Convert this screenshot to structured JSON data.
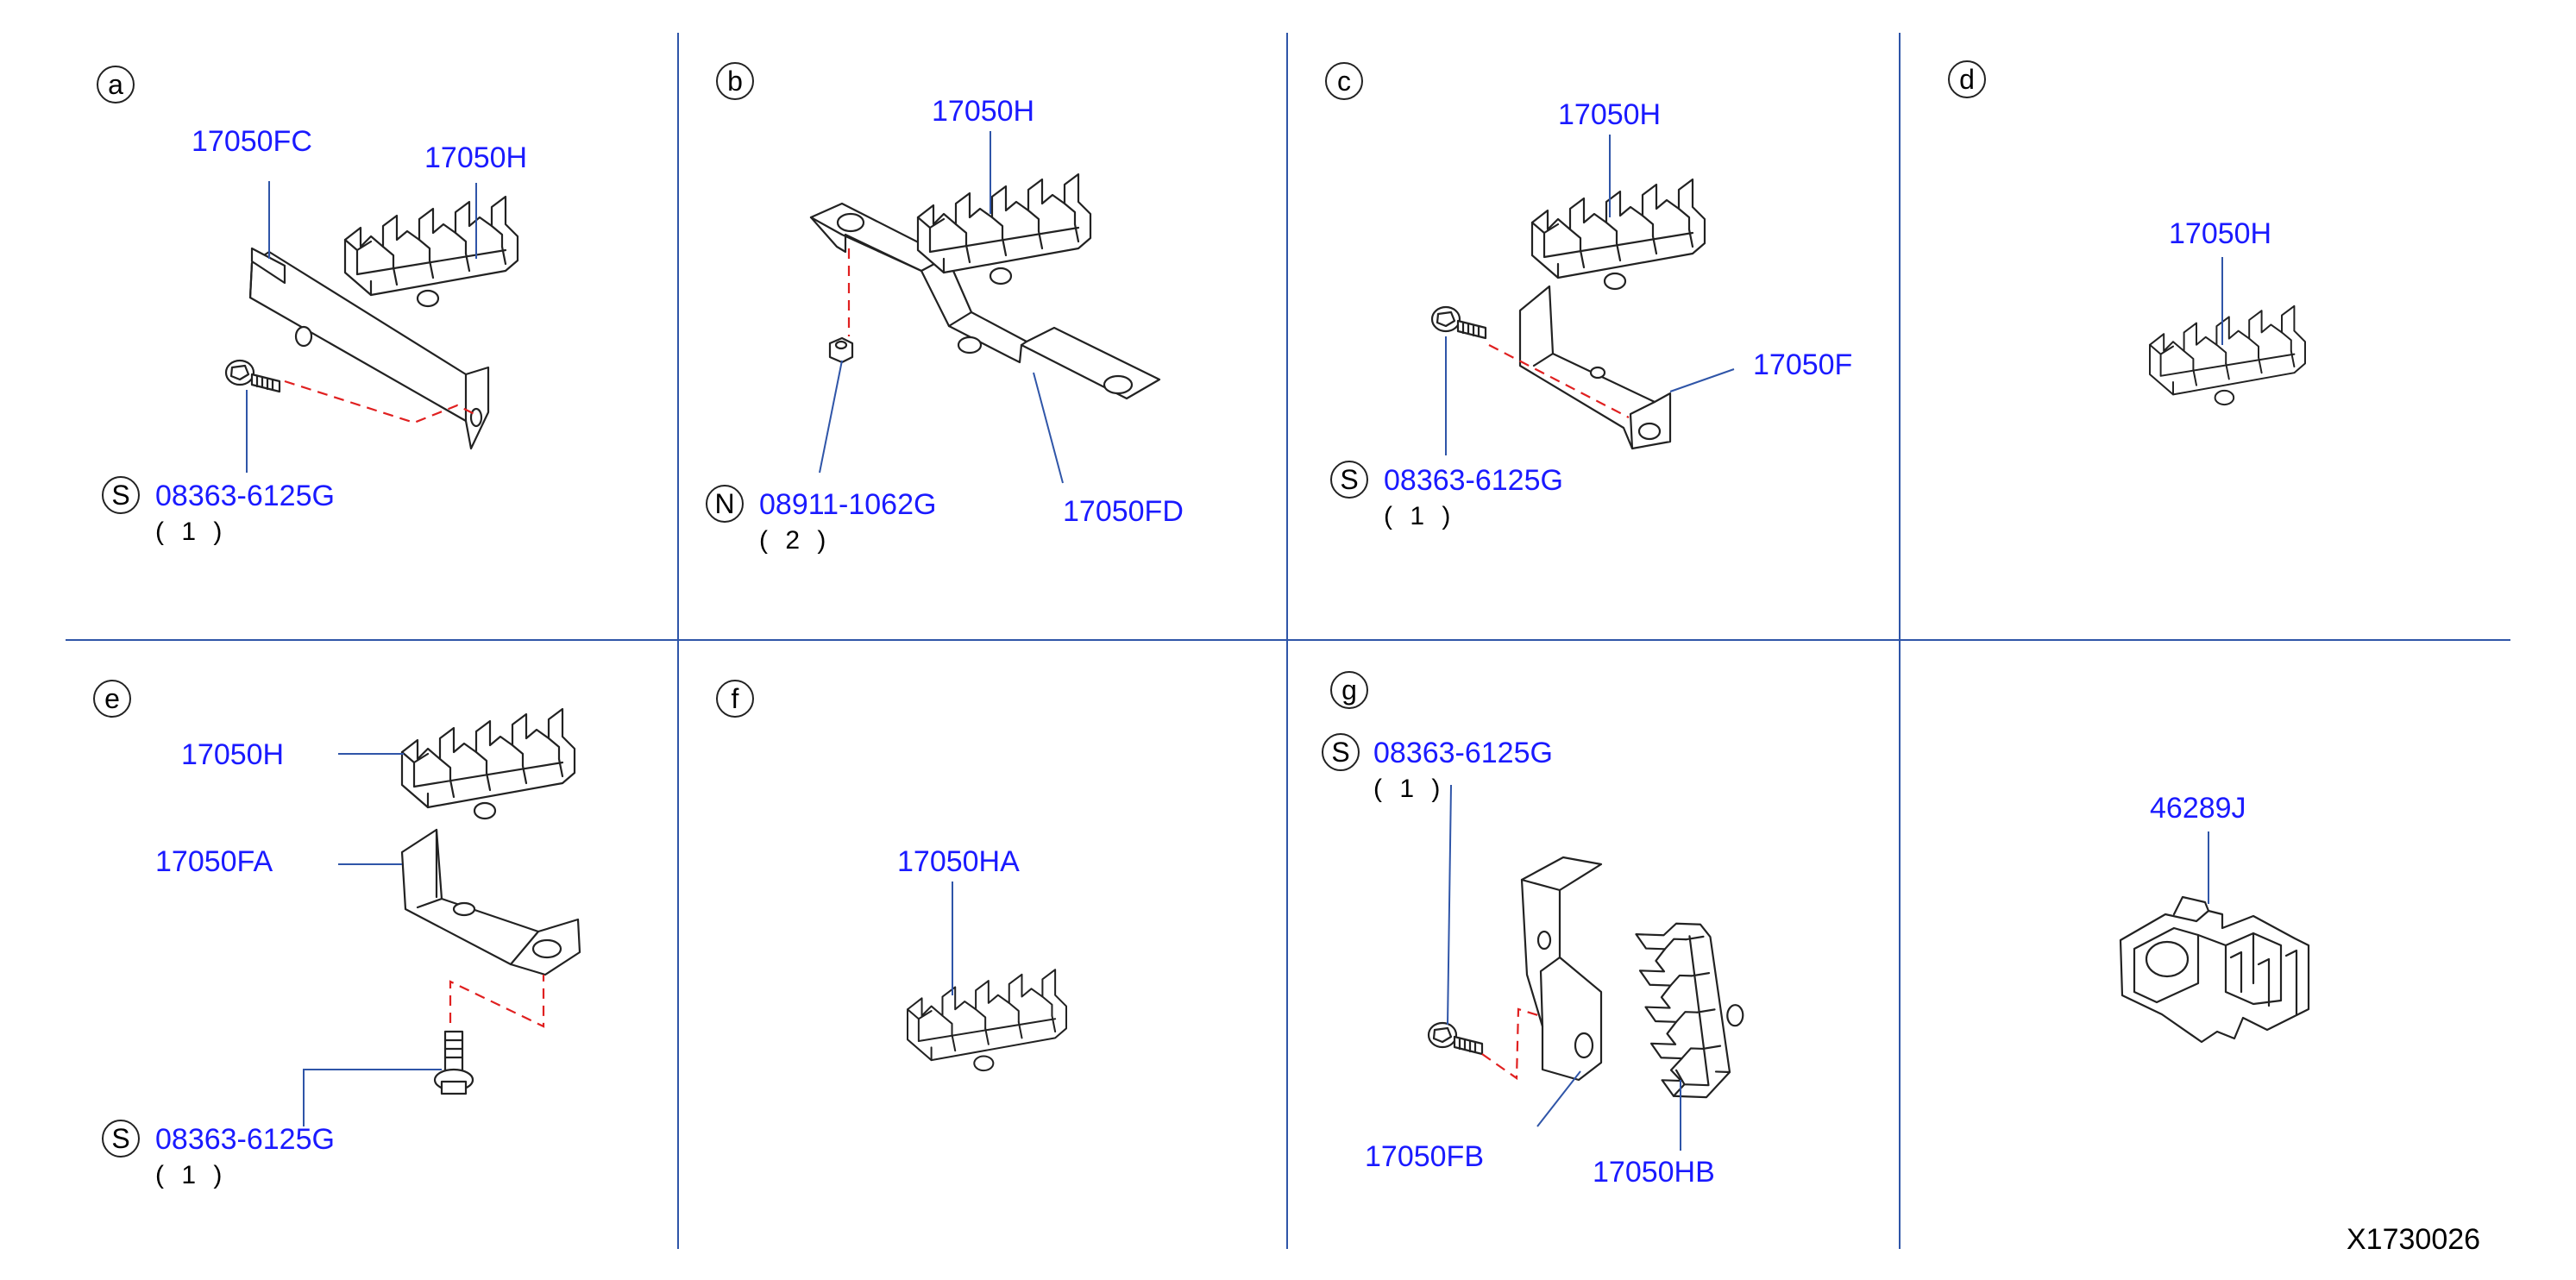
{
  "diagram_code": "X1730026",
  "panels": [
    {
      "id": "a",
      "letter": "a",
      "parts": [
        {
          "number": "17050FC"
        },
        {
          "number": "17050H"
        },
        {
          "number": "08363-6125G",
          "prefix": "S",
          "qty": "( 1 )"
        }
      ]
    },
    {
      "id": "b",
      "letter": "b",
      "parts": [
        {
          "number": "17050H"
        },
        {
          "number": "08911-1062G",
          "prefix": "N",
          "qty": "( 2 )"
        },
        {
          "number": "17050FD"
        }
      ]
    },
    {
      "id": "c",
      "letter": "c",
      "parts": [
        {
          "number": "17050H"
        },
        {
          "number": "17050F"
        },
        {
          "number": "08363-6125G",
          "prefix": "S",
          "qty": "( 1 )"
        }
      ]
    },
    {
      "id": "d",
      "letter": "d",
      "parts": [
        {
          "number": "17050H"
        }
      ]
    },
    {
      "id": "e",
      "letter": "e",
      "parts": [
        {
          "number": "17050H"
        },
        {
          "number": "17050FA"
        },
        {
          "number": "08363-6125G",
          "prefix": "S",
          "qty": "( 1 )"
        }
      ]
    },
    {
      "id": "f",
      "letter": "f",
      "parts": [
        {
          "number": "17050HA"
        }
      ]
    },
    {
      "id": "g",
      "letter": "g",
      "parts": [
        {
          "number": "08363-6125G",
          "prefix": "S",
          "qty": "( 1 )"
        },
        {
          "number": "17050FB"
        },
        {
          "number": "17050HB"
        }
      ]
    },
    {
      "id": "h",
      "letter": "",
      "parts": [
        {
          "number": "46289J"
        }
      ]
    }
  ],
  "colors": {
    "part_number": "#1a1aff",
    "grid_line": "#2f55a8",
    "hidden_line": "#e02020",
    "outline": "#222222"
  }
}
